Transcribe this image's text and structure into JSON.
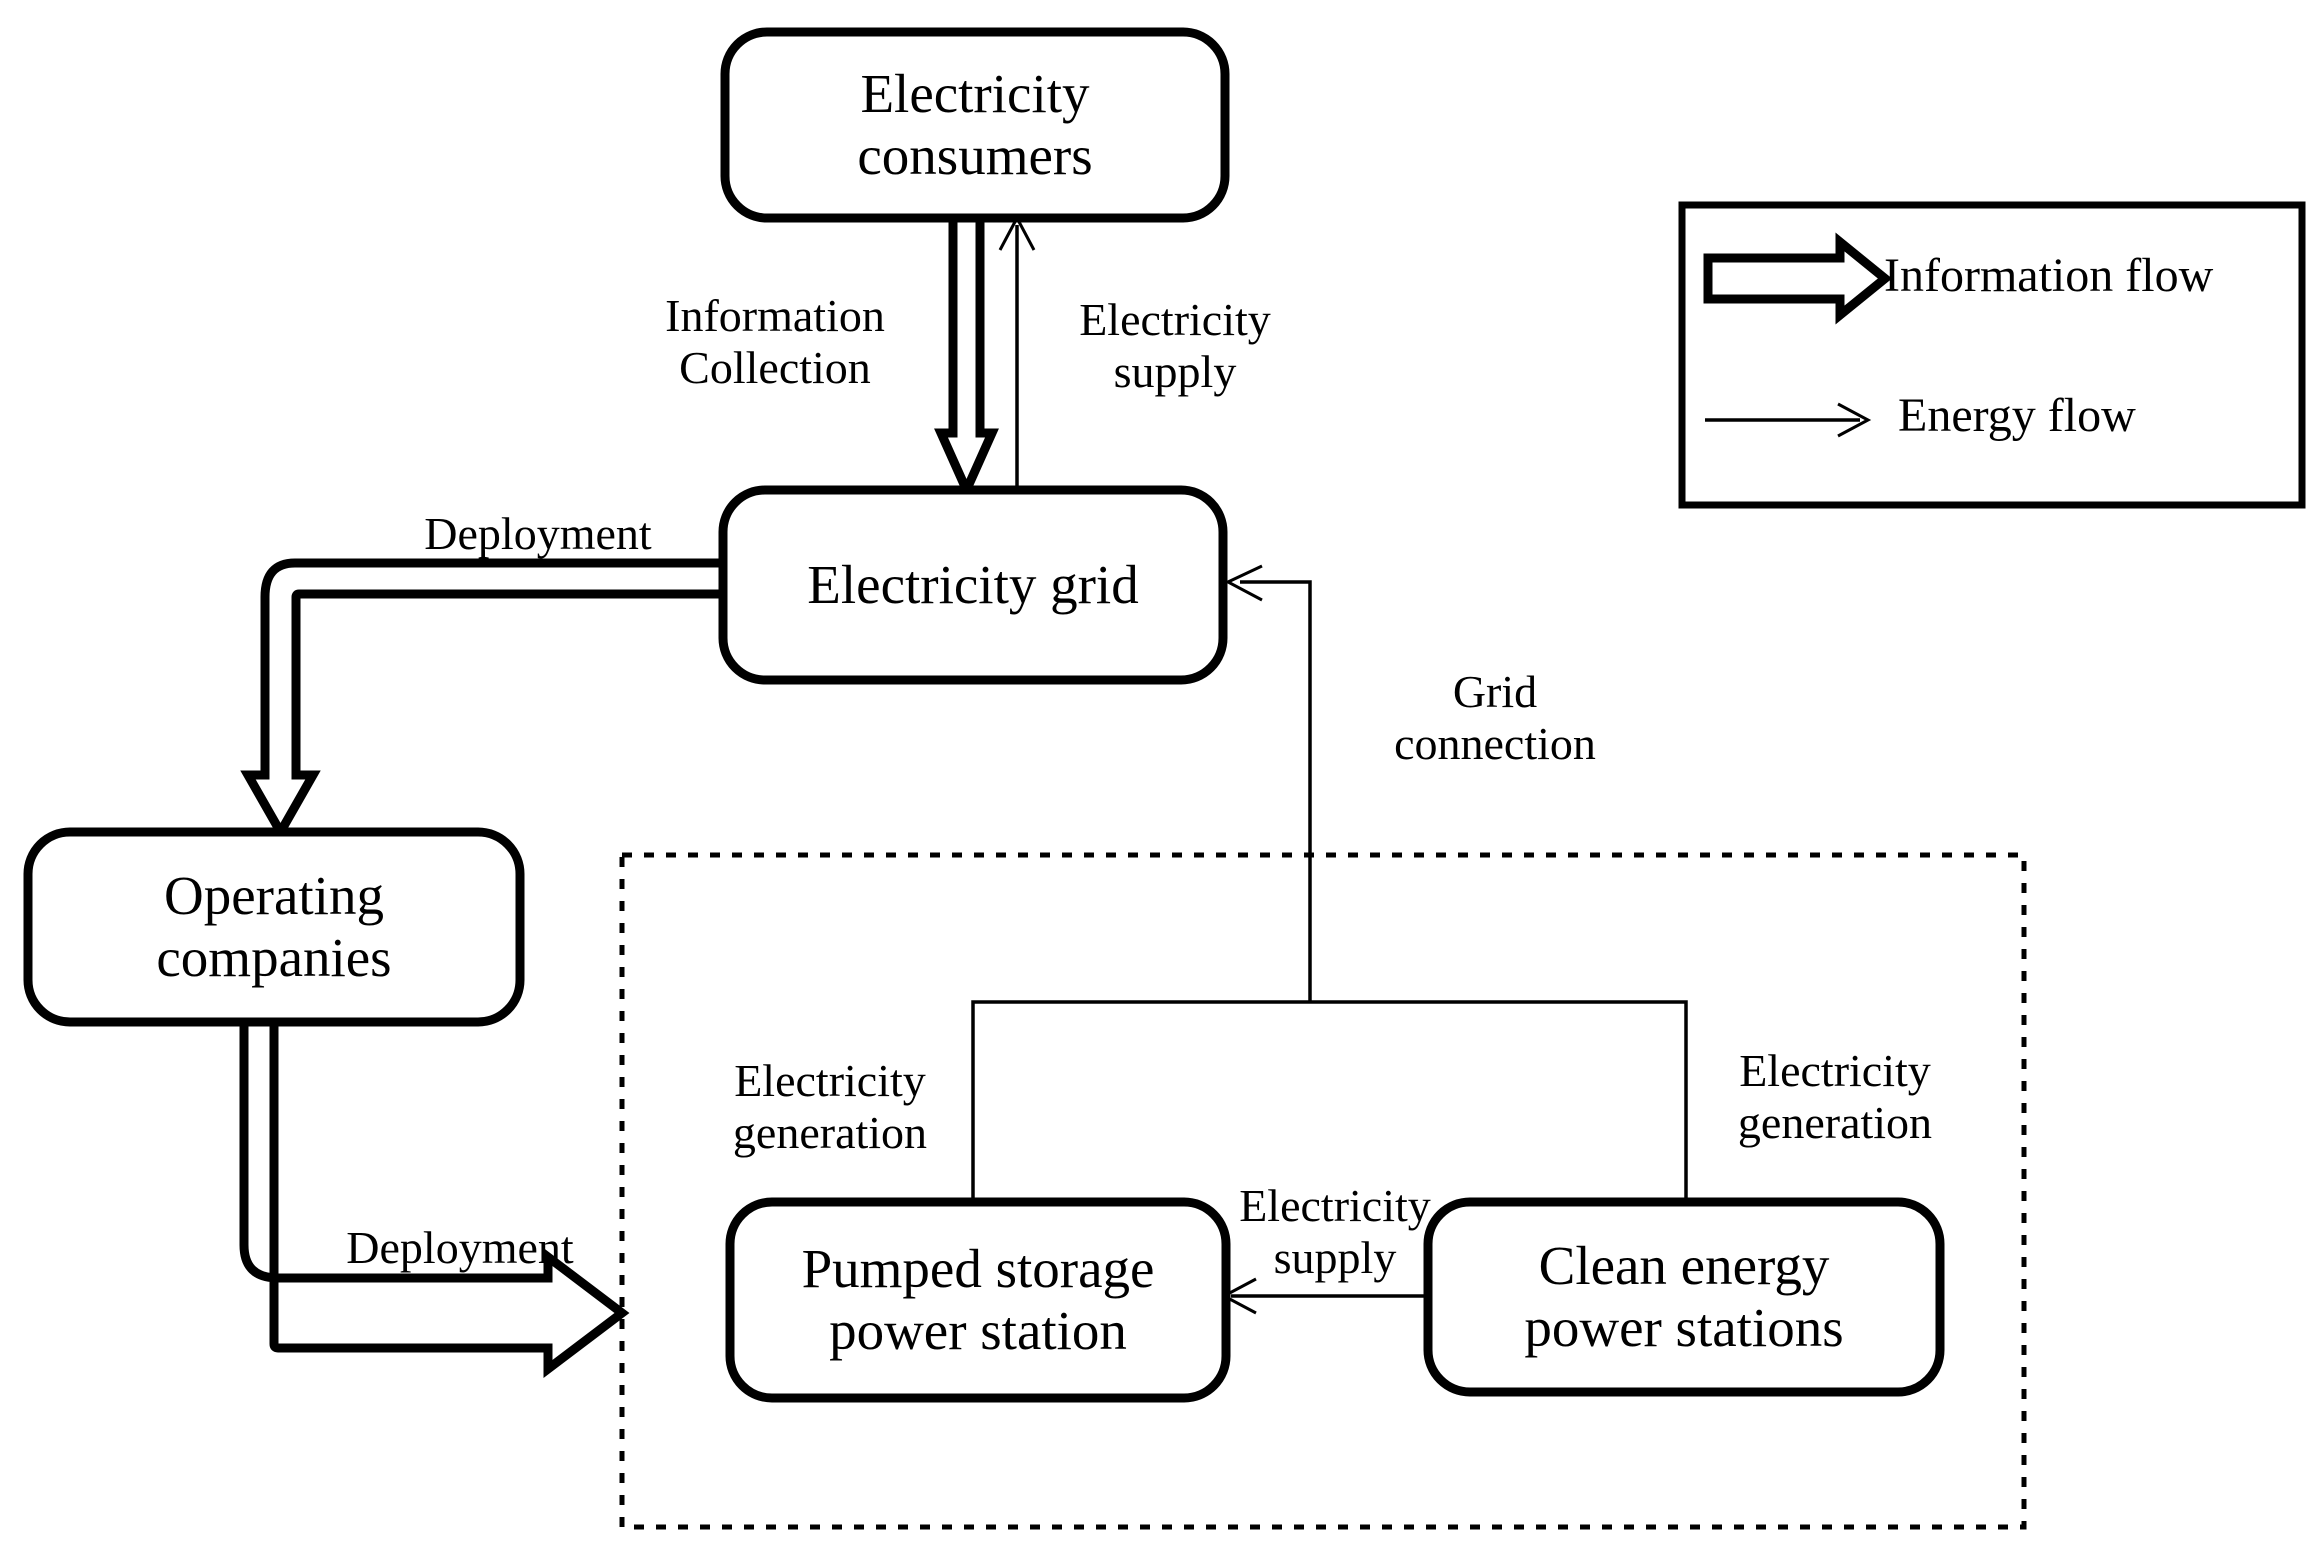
{
  "diagram": {
    "title": "Pumped storage and clean energy power system information and energy flow diagram",
    "colors": {
      "stroke": "#000000",
      "background": "#ffffff",
      "fill": "#ffffff"
    },
    "nodes": [
      {
        "id": "electricity-consumers",
        "label": "Electricity\nconsumers"
      },
      {
        "id": "electricity-grid",
        "label": "Electricity grid"
      },
      {
        "id": "operating-companies",
        "label": "Operating\ncompanies"
      },
      {
        "id": "pumped-storage-power-station",
        "label": "Pumped storage\npower station"
      },
      {
        "id": "clean-energy-power-stations",
        "label": "Clean energy\npower stations"
      }
    ],
    "edges": [
      {
        "id": "information-collection",
        "label": "Information\nCollection",
        "type": "information flow",
        "from": "electricity-consumers",
        "to": "electricity-grid"
      },
      {
        "id": "electricity-supply-to-consumers",
        "label": "Electricity\nsupply",
        "type": "energy flow",
        "from": "electricity-grid",
        "to": "electricity-consumers"
      },
      {
        "id": "deployment-to-operating-companies",
        "label": "Deployment",
        "type": "information flow",
        "from": "electricity-grid",
        "to": "operating-companies"
      },
      {
        "id": "deployment-to-power-stations",
        "label": "Deployment",
        "type": "information flow",
        "from": "operating-companies",
        "to": "power-station-group"
      },
      {
        "id": "grid-connection",
        "label": "Grid\nconnection",
        "type": "energy flow",
        "from": "power-station-group",
        "to": "electricity-grid"
      },
      {
        "id": "electricity-generation-left",
        "label": "Electricity\ngeneration",
        "type": "energy flow",
        "from": "pumped-storage-power-station",
        "to": "grid-connection-bus"
      },
      {
        "id": "electricity-generation-right",
        "label": "Electricity\ngeneration",
        "type": "energy flow",
        "from": "clean-energy-power-stations",
        "to": "grid-connection-bus"
      },
      {
        "id": "electricity-supply-between-stations",
        "label": "Electricity\nsupply",
        "type": "energy flow",
        "from": "clean-energy-power-stations",
        "to": "pumped-storage-power-station"
      }
    ],
    "group_box": {
      "id": "power-station-group",
      "style": "dotted",
      "label": ""
    },
    "legend": {
      "items": [
        {
          "id": "information-flow",
          "label": "Information flow",
          "marker": "hollow-block-arrow"
        },
        {
          "id": "energy-flow",
          "label": "Energy flow",
          "marker": "thin-line-arrow"
        }
      ]
    }
  }
}
